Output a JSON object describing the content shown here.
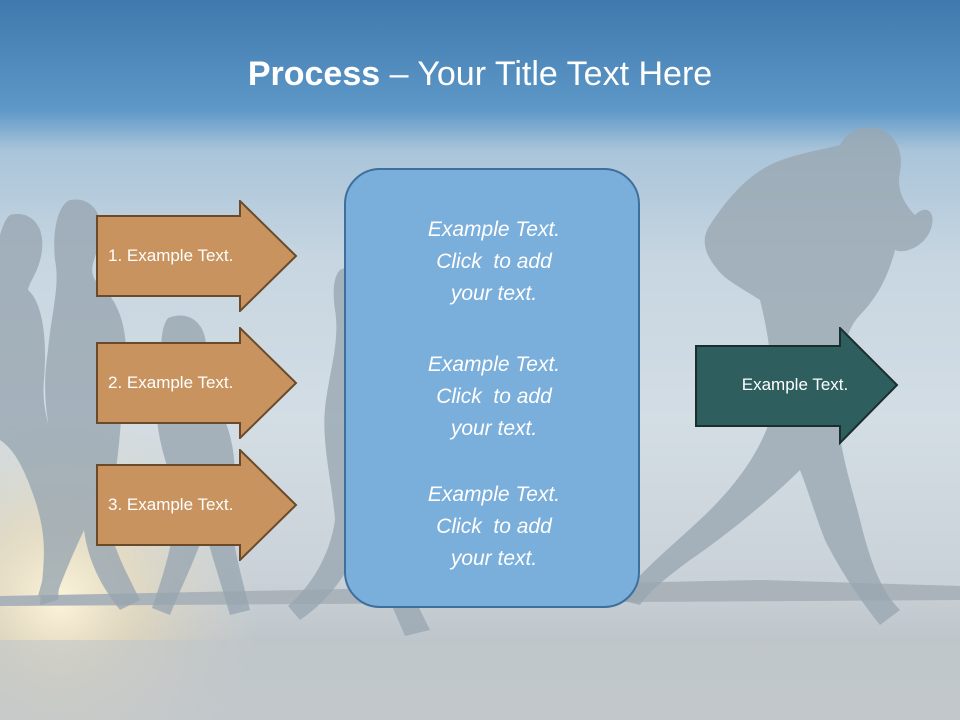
{
  "title": {
    "bold": "Process",
    "rest": " – Your Title Text Here"
  },
  "left_arrows": [
    {
      "label": "1. Example Text."
    },
    {
      "label": "2. Example Text."
    },
    {
      "label": "3. Example Text."
    }
  ],
  "center_panel": {
    "paragraphs": [
      {
        "line1": "Example Text.",
        "line2": "Click  to add",
        "line3": "your text."
      },
      {
        "line1": "Example Text.",
        "line2": "Click  to add",
        "line3": "your text."
      },
      {
        "line1": "Example Text.",
        "line2": "Click  to add",
        "line3": "your text."
      }
    ]
  },
  "right_arrow": {
    "label": "Example Text."
  },
  "colors": {
    "left_arrow_fill": "#c9935f",
    "left_arrow_border": "#6b4a2a",
    "right_arrow_fill": "#2f5e5e",
    "right_arrow_border": "#1a2e2e",
    "panel_fill": "#7aaedb",
    "panel_border": "#3f6f9c",
    "title_bar": "#4a86bd"
  }
}
